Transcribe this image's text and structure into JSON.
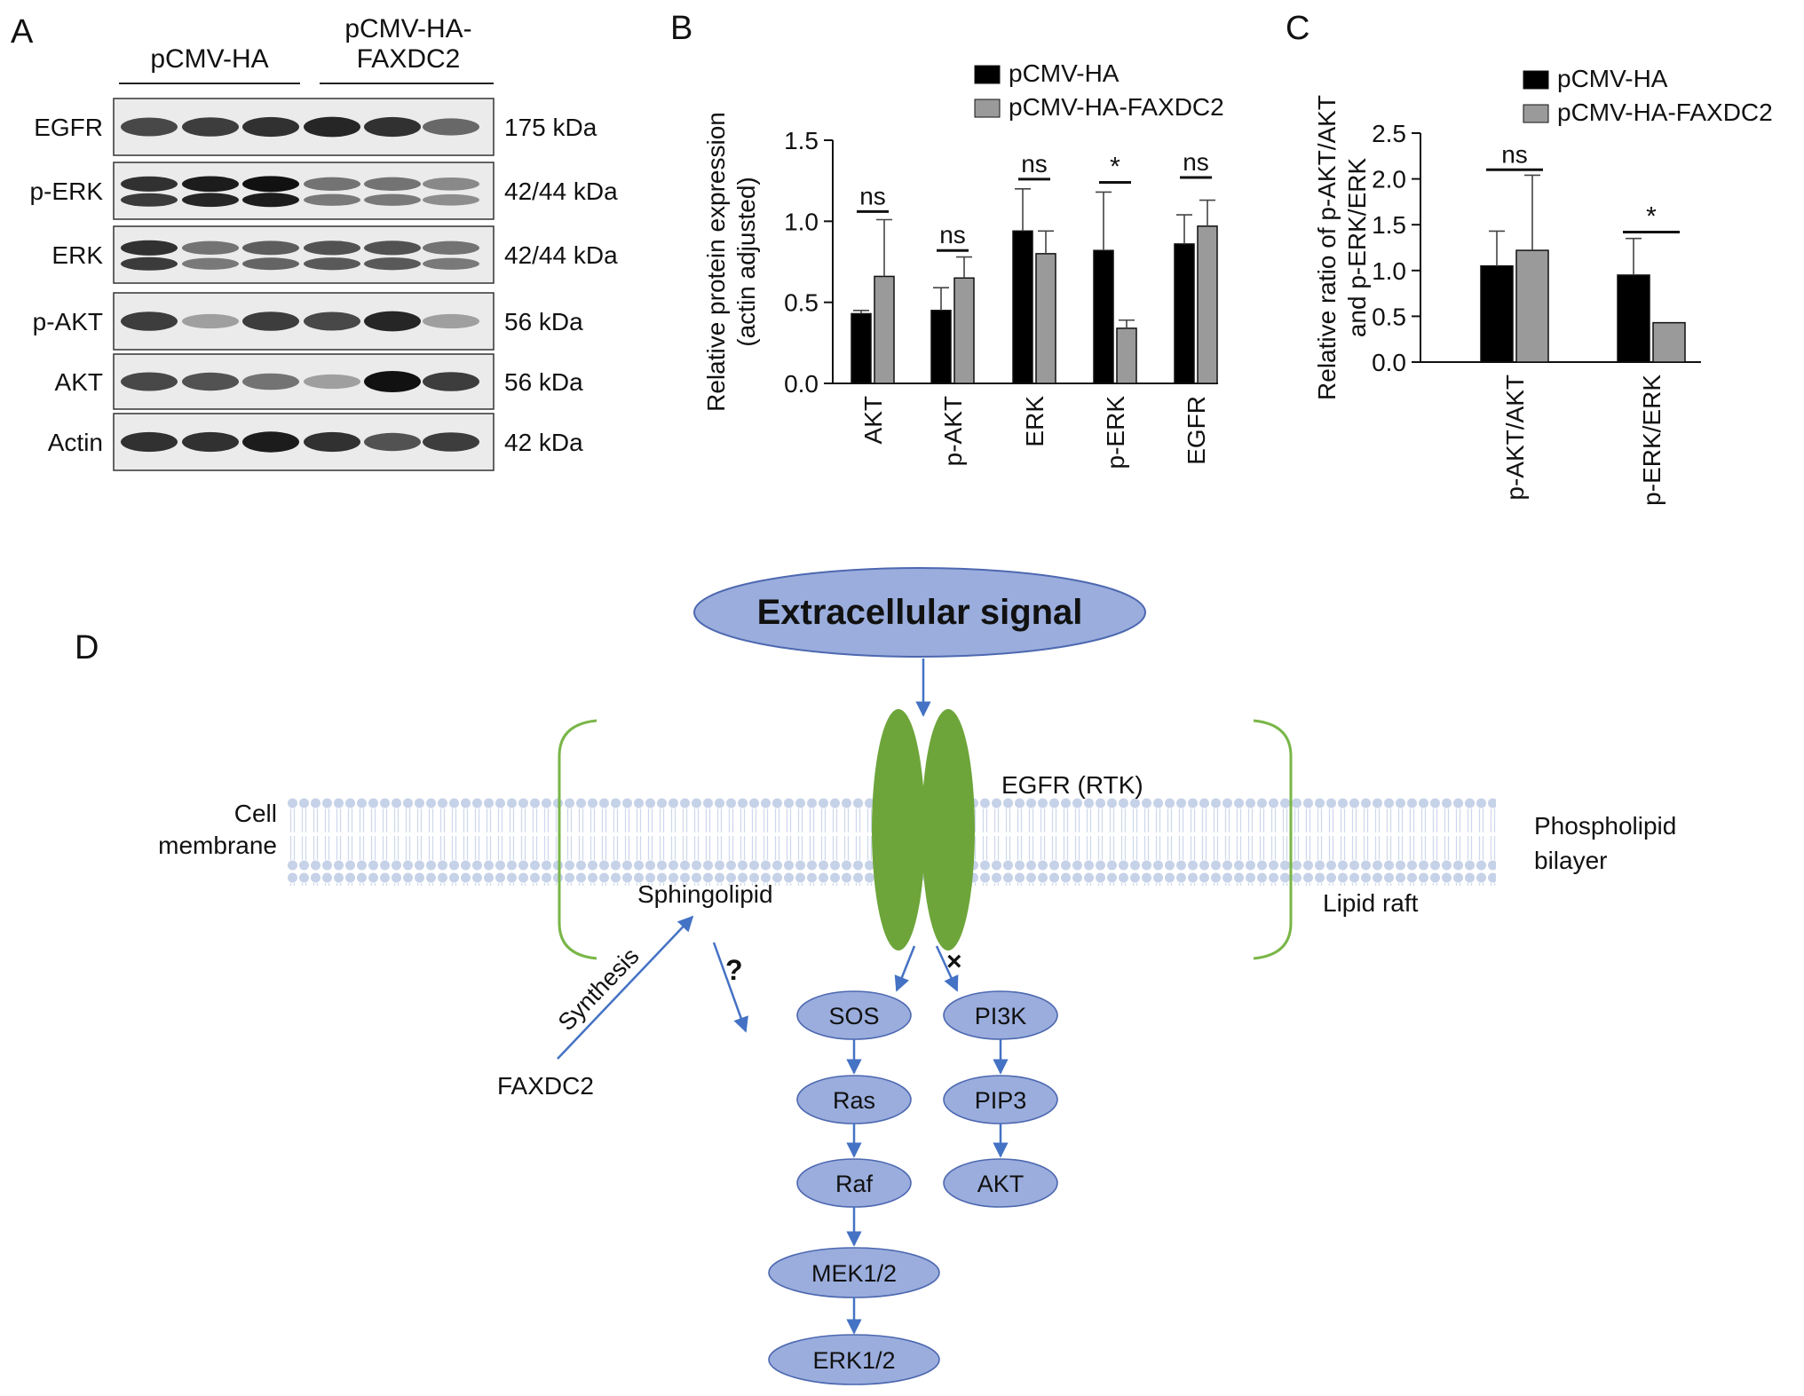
{
  "panels": {
    "a": {
      "letter": "A",
      "groups": [
        "pCMV-HA",
        "pCMV-HA-",
        "FAXDC2"
      ],
      "blots": [
        {
          "protein": "EGFR",
          "size": "175 kDa"
        },
        {
          "protein": "p-ERK",
          "size": "42/44 kDa"
        },
        {
          "protein": "ERK",
          "size": "42/44 kDa"
        },
        {
          "protein": "p-AKT",
          "size": "56 kDa"
        },
        {
          "protein": "AKT",
          "size": "56 kDa"
        },
        {
          "protein": "Actin",
          "size": "42 kDa"
        }
      ]
    },
    "b": {
      "letter": "B"
    },
    "c": {
      "letter": "C"
    },
    "d": {
      "letter": "D"
    }
  },
  "chart_data": [
    {
      "type": "bar",
      "panel": "B",
      "ylabel_lines": [
        "Relative protein expression",
        "(actin adjusted)"
      ],
      "ylim": [
        0,
        1.5
      ],
      "yticks": [
        "0.0",
        "0.5",
        "1.0",
        "1.5"
      ],
      "categories": [
        "AKT",
        "p-AKT",
        "ERK",
        "p-ERK",
        "EGFR"
      ],
      "series": [
        {
          "name": "pCMV-HA",
          "color": "#000000",
          "values": [
            0.43,
            0.45,
            0.94,
            0.82,
            0.86
          ],
          "errors": [
            0.02,
            0.14,
            0.26,
            0.36,
            0.18
          ]
        },
        {
          "name": "pCMV-HA-FAXDC2",
          "color": "#9a9a9a",
          "values": [
            0.66,
            0.65,
            0.8,
            0.34,
            0.97
          ],
          "errors": [
            0.35,
            0.13,
            0.14,
            0.05,
            0.16
          ]
        }
      ],
      "significance": [
        "ns",
        "ns",
        "ns",
        "*",
        "ns"
      ]
    },
    {
      "type": "bar",
      "panel": "C",
      "ylabel_lines": [
        "Relative ratio of p-AKT/AKT",
        "and p-ERK/ERK"
      ],
      "ylim": [
        0,
        2.5
      ],
      "yticks": [
        "0.0",
        "0.5",
        "1.0",
        "1.5",
        "2.0",
        "2.5"
      ],
      "categories": [
        "p-AKT/AKT",
        "p-ERK/ERK"
      ],
      "series": [
        {
          "name": "pCMV-HA",
          "color": "#000000",
          "values": [
            1.05,
            0.95
          ],
          "errors": [
            0.38,
            0.4
          ]
        },
        {
          "name": "pCMV-HA-FAXDC2",
          "color": "#9a9a9a",
          "values": [
            1.22,
            0.43
          ],
          "errors": [
            0.82,
            0.0
          ]
        }
      ],
      "significance": [
        "ns",
        "*"
      ]
    }
  ],
  "diagram": {
    "extracellular": "Extracellular signal",
    "egfr": "EGFR (RTK)",
    "cell_membrane": [
      "Cell",
      "membrane"
    ],
    "phospholipid": [
      "Phospholipid",
      "bilayer"
    ],
    "lipid_raft": "Lipid raft",
    "sphingolipid": "Sphingolipid",
    "synthesis": "Synthesis",
    "faxdc2": "FAXDC2",
    "question": "?",
    "blocked": "×",
    "erk_path": [
      "SOS",
      "Ras",
      "Raf",
      "MEK1/2",
      "ERK1/2"
    ],
    "akt_path": [
      "PI3K",
      "PIP3",
      "AKT"
    ],
    "colors": {
      "node_fill": "#9aaddd",
      "node_stroke": "#4d68b0",
      "receptor": "#6da53a",
      "arrow": "#4472c4",
      "lipid": "#c3cfe6"
    }
  }
}
